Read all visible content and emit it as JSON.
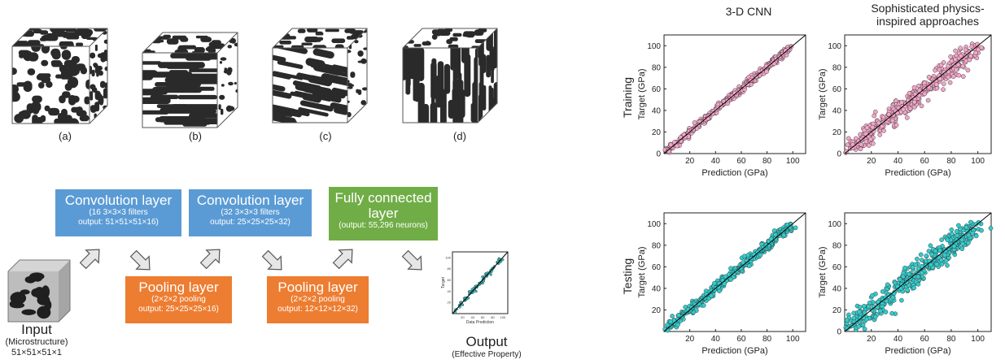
{
  "cube_labels": [
    "(a)",
    "(b)",
    "(c)",
    "(d)"
  ],
  "boxes": {
    "conv1": {
      "title": "Convolution layer",
      "line1": "(16 3×3×3 filters",
      "line2": "output: 51×51×51×16)"
    },
    "conv2": {
      "title": "Convolution layer",
      "line1": "(32 3×3×3 filters",
      "line2": "output: 25×25×25×32)"
    },
    "fc": {
      "title1": "Fully connected",
      "title2": "layer",
      "line1": "(output: 55,296 neurons)"
    },
    "pool1": {
      "title": "Pooling layer",
      "line1": "(2×2×2 pooling",
      "line2": "output: 25×25×25×16)"
    },
    "pool2": {
      "title": "Pooling layer",
      "line1": "(2×2×2 pooling",
      "line2": "output: 12×12×12×32)"
    }
  },
  "input": {
    "title": "Input",
    "sub1": "(Microstructure)",
    "sub2": "51×51×51×1"
  },
  "output": {
    "title": "Output",
    "sub": "(Effective Property)",
    "mini_ylabel": "Target",
    "mini_xlabel": "Data Prediction"
  },
  "columns": [
    "3-D CNN",
    "Sophisticated physics-",
    "inspired approaches"
  ],
  "rows": [
    "Training",
    "Testing"
  ],
  "colors": {
    "training_points": "#f4a6c8",
    "testing_points": "#33cccc",
    "blue_box": "#5b9bd5",
    "orange_box": "#ed7d31",
    "green_box": "#70ad47"
  },
  "chart_data": [
    {
      "type": "scatter",
      "row": "Training",
      "column": "3-D CNN",
      "xlabel": "Prediction (GPa)",
      "ylabel": "Target (GPa)",
      "xlim": [
        0,
        110
      ],
      "ylim": [
        0,
        110
      ],
      "xticks": [
        20,
        40,
        60,
        80,
        100
      ],
      "yticks": [
        0,
        20,
        40,
        60,
        80,
        100
      ],
      "spread": 1.5,
      "color": "#f4a6c8",
      "reference_line": "y=x"
    },
    {
      "type": "scatter",
      "row": "Training",
      "column": "Sophisticated physics-inspired approaches",
      "xlabel": "Prediction (GPa)",
      "ylabel": "Target (GPa)",
      "xlim": [
        0,
        110
      ],
      "ylim": [
        0,
        110
      ],
      "xticks": [
        20,
        40,
        60,
        80,
        100
      ],
      "yticks": [
        0,
        20,
        40,
        60,
        80,
        100
      ],
      "spread": 4,
      "color": "#f4a6c8",
      "reference_line": "y=x"
    },
    {
      "type": "scatter",
      "row": "Testing",
      "column": "3-D CNN",
      "xlabel": "Prediction (GPa)",
      "ylabel": "Target (GPa)",
      "xlim": [
        0,
        110
      ],
      "ylim": [
        0,
        110
      ],
      "xticks": [
        20,
        40,
        60,
        80,
        100
      ],
      "yticks": [
        20,
        40,
        60,
        80,
        100
      ],
      "spread": 2,
      "color": "#33cccc",
      "reference_line": "y=x"
    },
    {
      "type": "scatter",
      "row": "Testing",
      "column": "Sophisticated physics-inspired approaches",
      "xlabel": "Prediction (GPa)",
      "ylabel": "Target (GPa)",
      "xlim": [
        0,
        110
      ],
      "ylim": [
        0,
        110
      ],
      "xticks": [
        20,
        40,
        60,
        80,
        100
      ],
      "yticks": [
        0,
        20,
        40,
        60,
        80,
        100
      ],
      "spread": 5,
      "color": "#33cccc",
      "reference_line": "y=x"
    }
  ]
}
